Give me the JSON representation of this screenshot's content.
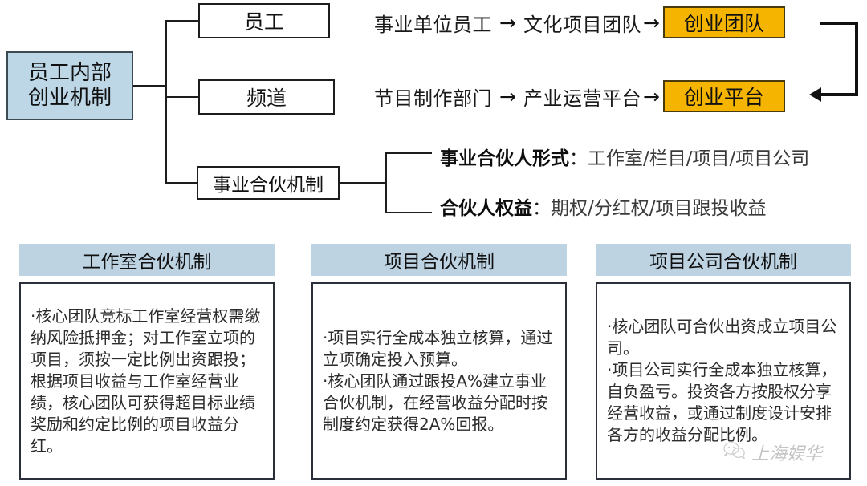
{
  "root": {
    "line1": "员工内部",
    "line2": "创业机制",
    "fill": "#bdd7e7"
  },
  "branches": [
    {
      "label": "员工"
    },
    {
      "label": "频道"
    },
    {
      "label": "事业合伙机制"
    }
  ],
  "flows": [
    {
      "source": "事业单位员工",
      "arrow1": "→",
      "middle": "文化项目团队",
      "arrow2": "→",
      "target": "创业团队",
      "target_fill": "#f4b400"
    },
    {
      "source": "节目制作部门",
      "arrow1": "→",
      "middle": "产业运营平台",
      "arrow2": "→",
      "target": "创业平台",
      "target_fill": "#f4b400"
    }
  ],
  "partner_details": [
    {
      "title": "事业合伙人形式",
      "sep": "：",
      "value": "工作室/栏目/项目/项目公司"
    },
    {
      "title": "合伙人权益",
      "sep": "：",
      "value": "期权/分红权/项目跟投收益"
    }
  ],
  "cards": [
    {
      "header": "工作室合伙机制",
      "header_fill": "#bdd3e2",
      "paragraphs": [
        "·核心团队竞标工作室经营权需缴纳风险抵押金；对工作室立项的项目，须按一定比例出资跟投；根据项目收益与工作室经营业绩，核心团队可获得超目标业绩奖励和约定比例的项目收益分红。"
      ]
    },
    {
      "header": "项目合伙机制",
      "header_fill": "#bdd3e2",
      "paragraphs": [
        "·项目实行全成本独立核算，通过立项确定投入预算。",
        "·核心团队通过跟投A%建立事业合伙机制，在经营收益分配时按制度约定获得2A%回报。"
      ]
    },
    {
      "header": "项目公司合伙机制",
      "header_fill": "#bdd3e2",
      "paragraphs": [
        "·核心团队可合伙出资成立项目公司。",
        "·项目公司实行全成本独立核算，自负盈亏。投资各方按股权分享经营收益，或通过制度设计安排各方的收益分配比例。"
      ]
    }
  ],
  "watermark": {
    "text": "上海娱华",
    "icon": "wechat-icon"
  }
}
